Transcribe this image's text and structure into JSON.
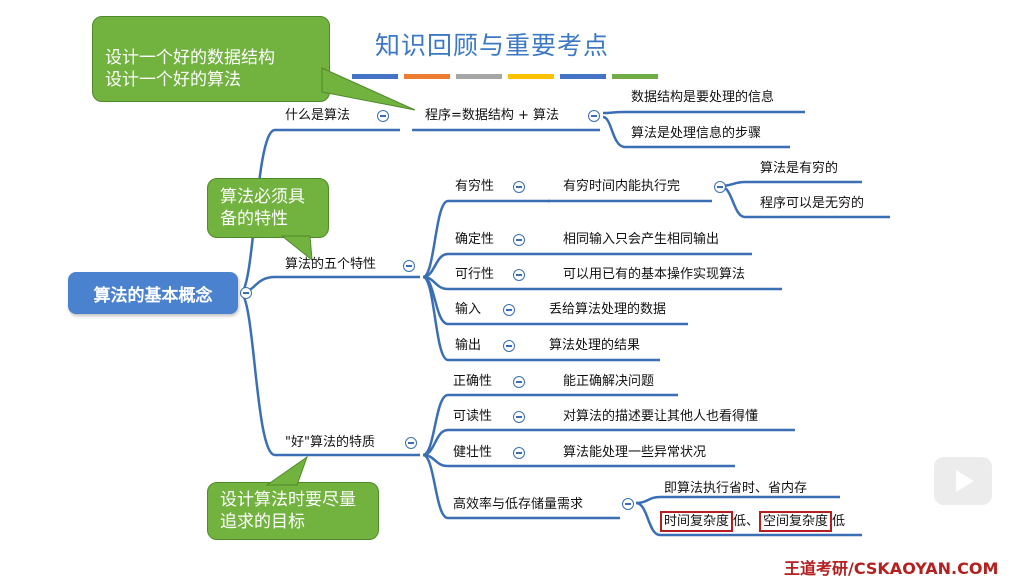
{
  "title": "知识回顾与重要考点",
  "title_bar_colors": [
    "#4472c4",
    "#ed7d31",
    "#a5a5a5",
    "#ffc000",
    "#4472c4",
    "#70ad47"
  ],
  "root": {
    "label": "算法的基本概念"
  },
  "b1": {
    "label": "什么是算法",
    "formula": "程序=数据结构 + 算法",
    "leaf1": "数据结构是要处理的信息",
    "leaf2": "算法是处理信息的步骤"
  },
  "b2": {
    "label": "算法的五个特性",
    "finite": {
      "label": "有穷性",
      "desc": "有穷时间内能执行完",
      "sub1": "算法是有穷的",
      "sub2": "程序可以是无穷的"
    },
    "definite": {
      "label": "确定性",
      "desc": "相同输入只会产生相同输出"
    },
    "feasible": {
      "label": "可行性",
      "desc": "可以用已有的基本操作实现算法"
    },
    "input": {
      "label": "输入",
      "desc": "丢给算法处理的数据"
    },
    "output": {
      "label": "输出",
      "desc": "算法处理的结果"
    }
  },
  "b3": {
    "label": "\"好\"算法的特质",
    "correct": {
      "label": "正确性",
      "desc": "能正确解决问题"
    },
    "readable": {
      "label": "可读性",
      "desc": "对算法的描述要让其他人也看得懂"
    },
    "robust": {
      "label": "健壮性",
      "desc": "算法能处理一些异常状况"
    },
    "efficient": {
      "label": "高效率与低存储量需求",
      "sub1": "即算法执行省时、省内存",
      "sub2_time": "时间复杂度",
      "sub2_mid": "低、",
      "sub2_space": "空间复杂度",
      "sub2_end": "低"
    }
  },
  "callouts": {
    "top_line1": "设计一个好的数据结构",
    "top_line2": "设计一个好的算法",
    "mid": "算法必须具备的特性",
    "bottom": "设计算法时要尽量追求的目标"
  },
  "footer": "王道考研/CSKAOYAN.COM",
  "colors": {
    "line": "#3a6fb5",
    "callout": "#72b23f",
    "root": "#4a82cf",
    "title": "#3c78c3",
    "highlight": "#b51f1f"
  }
}
